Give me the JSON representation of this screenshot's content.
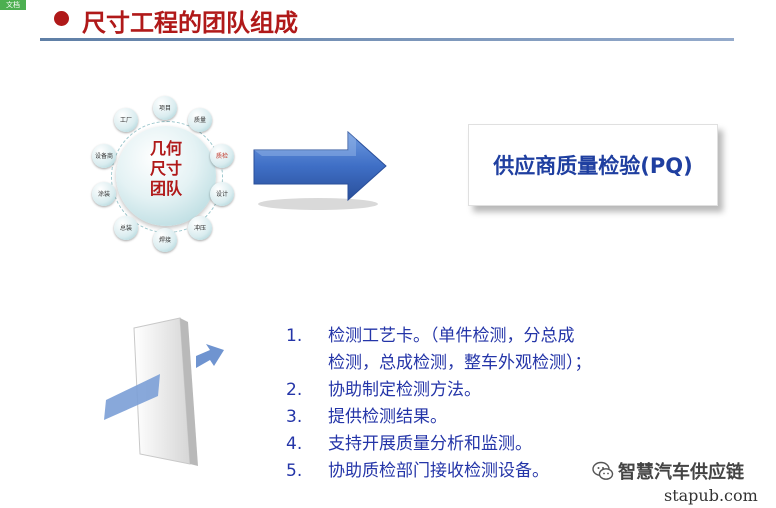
{
  "corner_tag": "文档",
  "title": "尺寸工程的团队组成",
  "team": {
    "center_lines": [
      "几何",
      "尺寸",
      "团队"
    ],
    "nodes": [
      "项目",
      "质量",
      "质检",
      "设计",
      "冲压",
      "焊接",
      "总装",
      "涂装",
      "设备商",
      "工厂"
    ],
    "highlight_node": "质检"
  },
  "pq_box": {
    "text": "供应商质量检验(PQ)"
  },
  "list": [
    {
      "num": "1.",
      "lines": [
        "检测工艺卡。（单件检测，分总成",
        "检测，总成检测，整车外观检测）；"
      ]
    },
    {
      "num": "2.",
      "lines": [
        "协助制定检测方法。"
      ]
    },
    {
      "num": "3.",
      "lines": [
        "提供检测结果。"
      ]
    },
    {
      "num": "4.",
      "lines": [
        "支持开展质量分析和监测。"
      ]
    },
    {
      "num": "5.",
      "lines": [
        "协助质检部门接收检测设备。"
      ]
    }
  ],
  "watermark": {
    "text": "智慧汽车供应链",
    "site": "stapub.com"
  },
  "colors": {
    "title_red": "#b01919",
    "list_blue": "#2435a8",
    "arrow_blue": "#3f6fc6"
  }
}
